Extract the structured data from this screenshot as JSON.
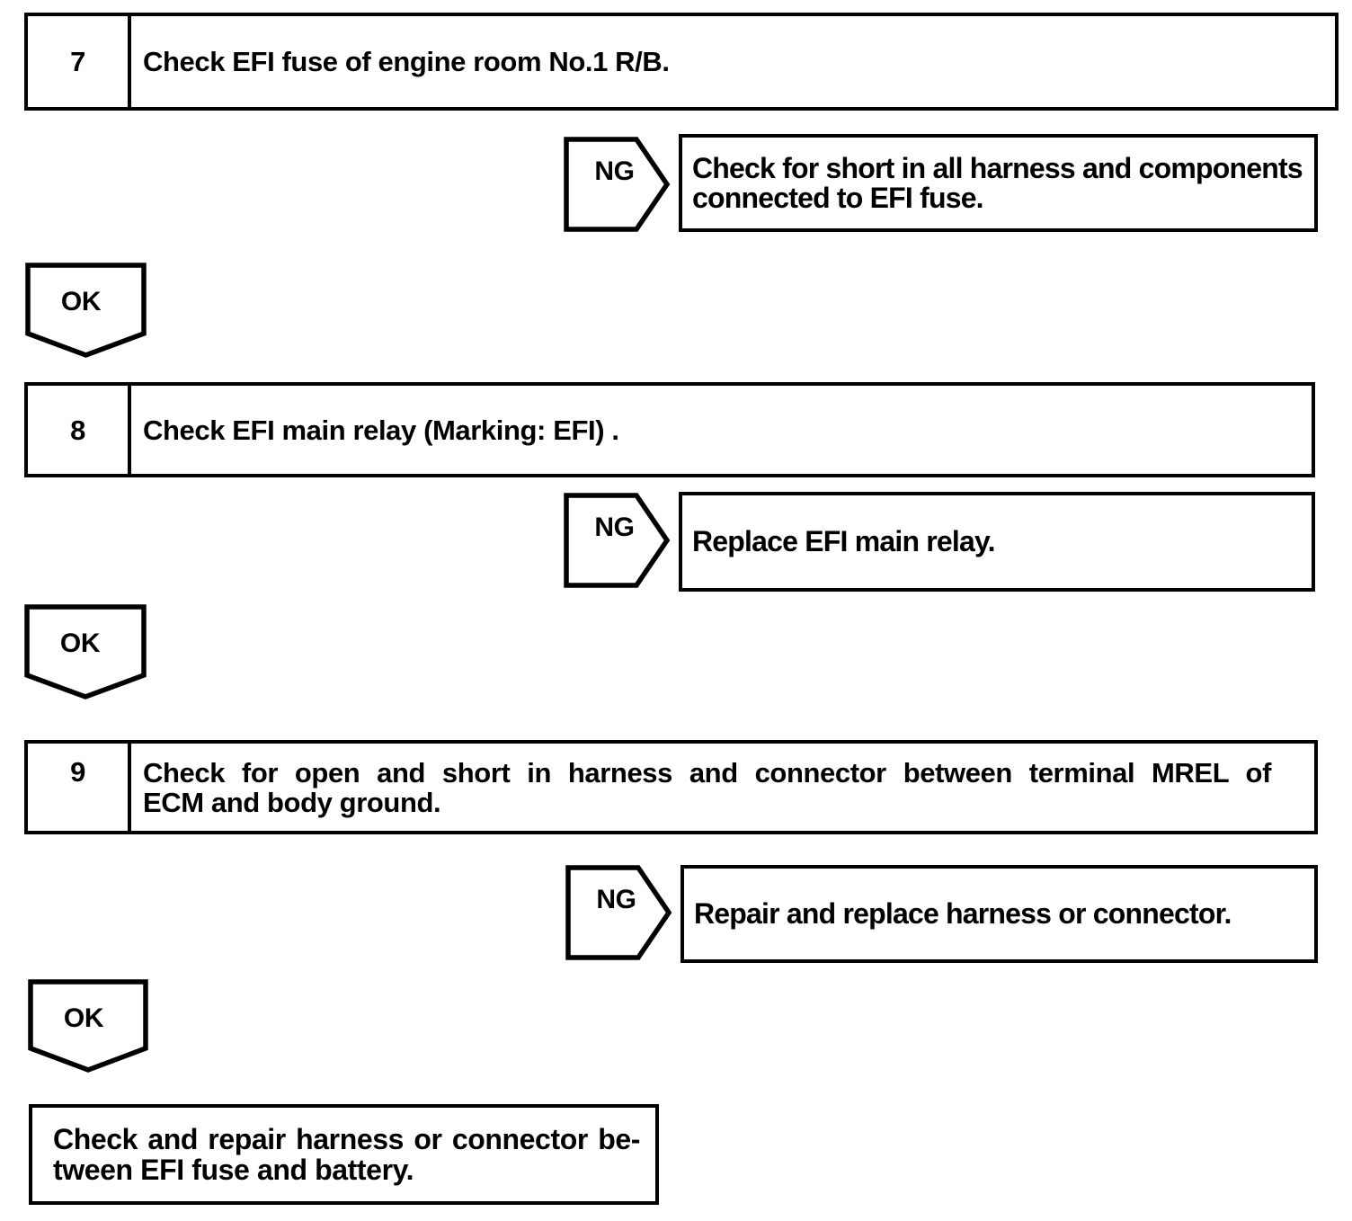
{
  "page": {
    "background": "#ffffff",
    "line_color": "#000000",
    "type": "troubleshooting-flowchart"
  },
  "steps": [
    {
      "number": "7",
      "instruction_lines": [
        "Check EFI fuse of engine room No.1 R/B."
      ],
      "ng_label": "NG",
      "ng_result_lines": [
        "Check for short in all harness and components",
        "connected to EFI fuse."
      ],
      "ok_label": "OK"
    },
    {
      "number": "8",
      "instruction_lines": [
        "Check EFI main relay (Marking: EFI) ."
      ],
      "ng_label": "NG",
      "ng_result_lines": [
        "Replace EFI main relay."
      ],
      "ok_label": "OK"
    },
    {
      "number": "9",
      "instruction_lines": [
        "Check for open and short in harness and connector between terminal MREL of",
        "ECM and body ground."
      ],
      "ng_label": "NG",
      "ng_result_lines": [
        "Repair and replace harness or connector."
      ],
      "ok_label": "OK"
    }
  ],
  "final_action": {
    "lines": [
      "Check and repair harness or connector be-",
      "tween EFI fuse and battery."
    ]
  }
}
